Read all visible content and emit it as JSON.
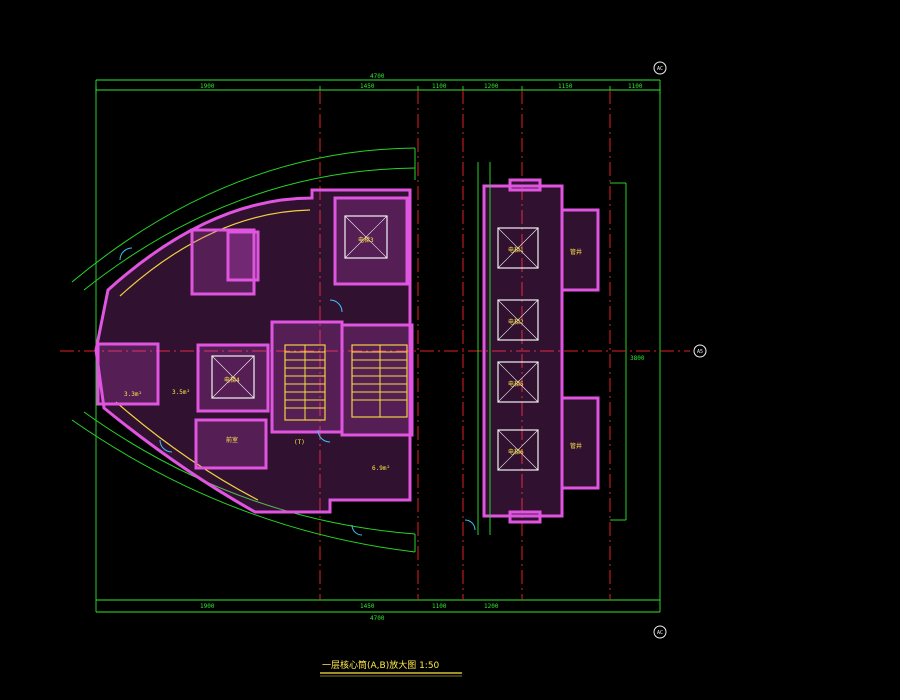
{
  "drawing": {
    "title": "一层核心筒(A,B)放大图 1:50",
    "axis_marks": {
      "top": "AC",
      "middle": "A5",
      "bottom": "AC"
    },
    "dimensions": {
      "top_total": "4700",
      "top_segments": [
        "1900",
        "1450",
        "1100",
        "1200",
        "1150",
        "1100"
      ],
      "bottom_total": "4700",
      "bottom_segments": [
        "1900",
        "1450",
        "1100",
        "1200"
      ],
      "right_total": "3800"
    },
    "rooms": {
      "elevator_1": "电梯3",
      "elevator_2": "电梯4",
      "elevator_3": "电梯1",
      "elevator_4": "电梯2",
      "elevator_5": "电梯5",
      "elevator_6": "电梯6",
      "shaft_1": "管井",
      "shaft_2": "管井",
      "stair": "(T)",
      "lobby": "前室",
      "room_a": "3.3m²",
      "room_b": "3.5m²",
      "room_c": "6.9m²"
    }
  }
}
